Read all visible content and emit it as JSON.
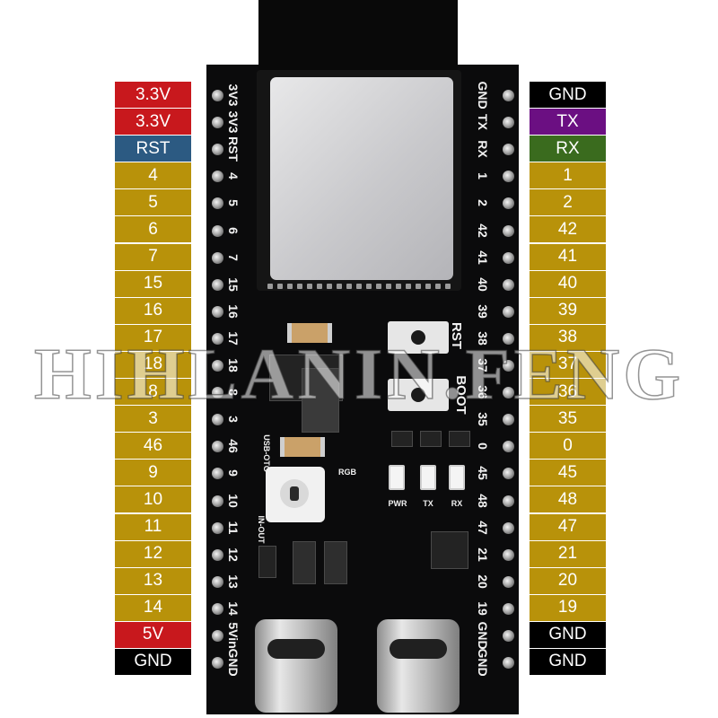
{
  "left_labels": [
    {
      "text": "3.3V",
      "kind": "power"
    },
    {
      "text": "3.3V",
      "kind": "power"
    },
    {
      "text": "RST",
      "kind": "reset"
    },
    {
      "text": "4",
      "kind": "gpio"
    },
    {
      "text": "5",
      "kind": "gpio"
    },
    {
      "text": "6",
      "kind": "gpio"
    },
    {
      "text": "7",
      "kind": "gpio"
    },
    {
      "text": "15",
      "kind": "gpio"
    },
    {
      "text": "16",
      "kind": "gpio"
    },
    {
      "text": "17",
      "kind": "gpio"
    },
    {
      "text": "18",
      "kind": "gpio"
    },
    {
      "text": "8",
      "kind": "gpio"
    },
    {
      "text": "3",
      "kind": "gpio"
    },
    {
      "text": "46",
      "kind": "gpio"
    },
    {
      "text": "9",
      "kind": "gpio"
    },
    {
      "text": "10",
      "kind": "gpio"
    },
    {
      "text": "11",
      "kind": "gpio"
    },
    {
      "text": "12",
      "kind": "gpio"
    },
    {
      "text": "13",
      "kind": "gpio"
    },
    {
      "text": "14",
      "kind": "gpio"
    },
    {
      "text": "5V",
      "kind": "power"
    },
    {
      "text": "GND",
      "kind": "ground"
    }
  ],
  "right_labels": [
    {
      "text": "GND",
      "kind": "ground"
    },
    {
      "text": "TX",
      "kind": "tx"
    },
    {
      "text": "RX",
      "kind": "rx"
    },
    {
      "text": "1",
      "kind": "gpio"
    },
    {
      "text": "2",
      "kind": "gpio"
    },
    {
      "text": "42",
      "kind": "gpio"
    },
    {
      "text": "41",
      "kind": "gpio"
    },
    {
      "text": "40",
      "kind": "gpio"
    },
    {
      "text": "39",
      "kind": "gpio"
    },
    {
      "text": "38",
      "kind": "gpio"
    },
    {
      "text": "37",
      "kind": "gpio"
    },
    {
      "text": "36",
      "kind": "gpio"
    },
    {
      "text": "35",
      "kind": "gpio"
    },
    {
      "text": "0",
      "kind": "gpio"
    },
    {
      "text": "45",
      "kind": "gpio"
    },
    {
      "text": "48",
      "kind": "gpio"
    },
    {
      "text": "47",
      "kind": "gpio"
    },
    {
      "text": "21",
      "kind": "gpio"
    },
    {
      "text": "20",
      "kind": "gpio"
    },
    {
      "text": "19",
      "kind": "gpio"
    },
    {
      "text": "GND",
      "kind": "ground"
    },
    {
      "text": "GND",
      "kind": "ground"
    }
  ],
  "silkscreen_left": [
    "3V3",
    "3V3",
    "RST",
    "4",
    "5",
    "6",
    "7",
    "15",
    "16",
    "17",
    "18",
    "8",
    "3",
    "46",
    "9",
    "10",
    "11",
    "12",
    "13",
    "14",
    "5Vin",
    "GND"
  ],
  "silkscreen_right": [
    "GND",
    "TX",
    "RX",
    "1",
    "2",
    "42",
    "41",
    "40",
    "39",
    "38",
    "37",
    "36",
    "35",
    "0",
    "45",
    "48",
    "47",
    "21",
    "20",
    "19",
    "GND",
    "GND"
  ],
  "board_text": {
    "rst_button": "RST",
    "boot_button": "BOOT",
    "rgb": "RGB",
    "pwr": "PWR",
    "tx": "TX",
    "rx": "RX",
    "usb_otg": "USB-OTG",
    "in_out": "IN-OUT"
  },
  "watermark": "HIHLANIN.FENG",
  "colors": {
    "power": "#c8181d",
    "reset": "#2c5a82",
    "gpio": "#b8920a",
    "ground": "#000000",
    "tx": "#6b0f82",
    "rx": "#3a6b1e",
    "board": "#0b0b0c"
  }
}
